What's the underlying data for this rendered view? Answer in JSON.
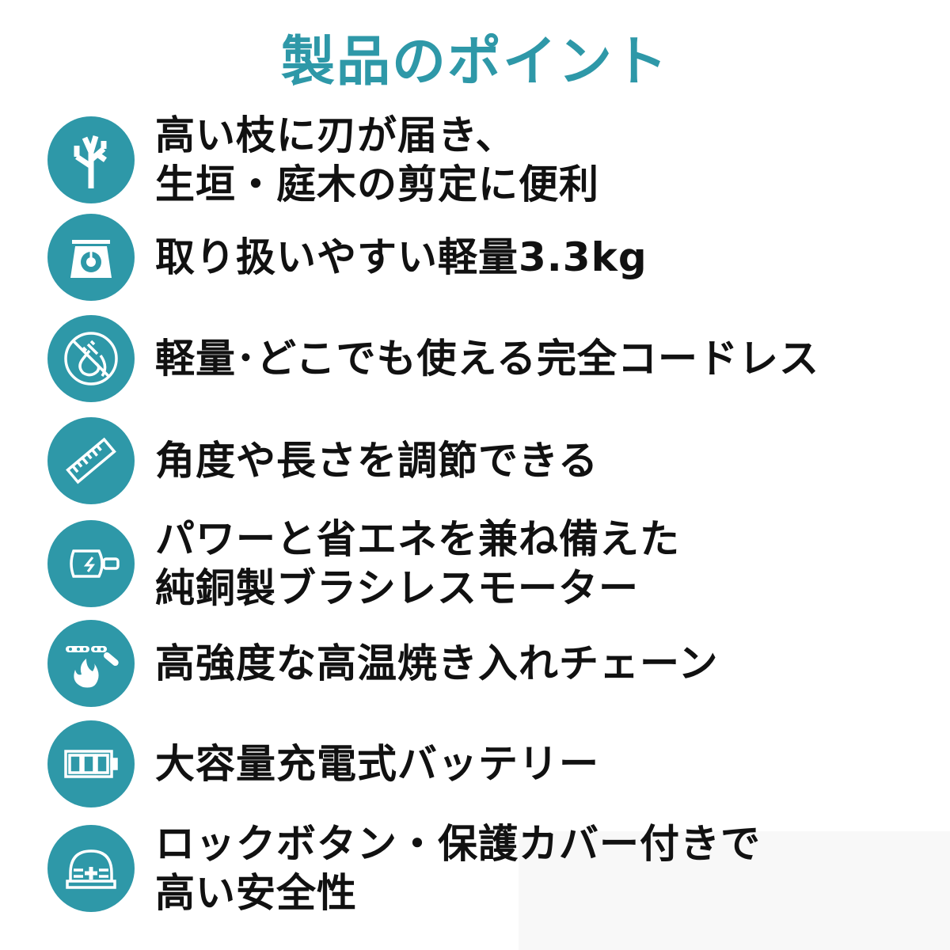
{
  "title": "製品のポイント",
  "accent_color": "#2e98a8",
  "features": [
    {
      "icon": "tree-icon",
      "lines": [
        "高い枝に刃が届き、",
        "生垣・庭木の剪定に便利"
      ]
    },
    {
      "icon": "scale-icon",
      "lines": [
        "取り扱いやすい軽量3.3kg"
      ]
    },
    {
      "icon": "no-cord-icon",
      "lines": [
        "軽量･どこでも使える完全コードレス"
      ]
    },
    {
      "icon": "ruler-icon",
      "lines": [
        "角度や長さを調節できる"
      ]
    },
    {
      "icon": "motor-icon",
      "lines": [
        "パワーと省エネを兼ね備えた",
        "純銅製ブラシレスモーター"
      ]
    },
    {
      "icon": "chain-fire-icon",
      "lines": [
        "高強度な高温焼き入れチェーン"
      ]
    },
    {
      "icon": "battery-icon",
      "lines": [
        "大容量充電式バッテリー"
      ]
    },
    {
      "icon": "helmet-icon",
      "lines": [
        "ロックボタン・保護カバー付きで",
        "高い安全性"
      ]
    }
  ]
}
